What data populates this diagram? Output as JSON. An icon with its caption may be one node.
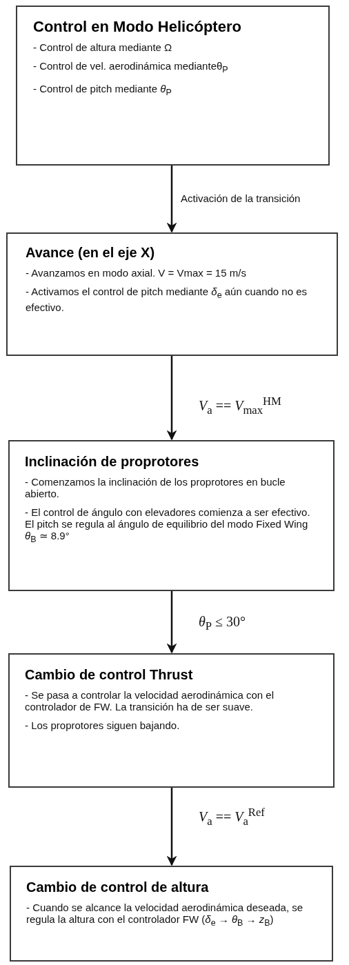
{
  "diagram": {
    "nodes": [
      {
        "text": [
          "Control en Modo Helicóptero",
          "- Control de altura mediante  Ω",
          "- Control de vel. aerodinámica medianteθ$_{P}$",
          "- Control de pitch mediante  *θ*$_{P}$"
        ]
      },
      {
        "text": [
          "Avance (en el eje X)",
          "- Avanzamos en modo axial. V = Vmax = 15 m/s",
          "- Activamos el control de pitch mediante  *δ*$_{e}$ aún cuando no es efectivo."
        ]
      },
      {
        "text": [
          "Inclinación de proprotores",
          "- Comenzamos la inclinación de los proprotores en bucle abierto.",
          "- El control de ángulo con elevadores comienza a ser efectivo. El pitch se regula al ángulo de equilibrio del modo Fixed Wing *θ*$_{B}$ ≃ 8.9°"
        ]
      },
      {
        "text": [
          "Cambio de control Thrust",
          "- Se pasa a controlar la velocidad aerodinámica con el controlador de FW. La transición ha de ser suave.",
          "- Los proprotores siguen bajando."
        ]
      },
      {
        "text": [
          "Cambio de control de altura",
          "- Cuando se alcance la velocidad aerodinámica deseada, se regula la altura con el controlador FW (*δ*$_{e}$ → *θ*$_{B}$ → *z*$_{B}$)"
        ]
      }
    ],
    "edges": [
      {
        "from": 0,
        "to": 1,
        "arrow": "to",
        "label": "Activación de la transición"
      },
      {
        "from": 1,
        "to": 2,
        "arrow": "to",
        "label": "*V*$_{a}$ == *V*$_{max}$$^{HM}$"
      },
      {
        "from": 2,
        "to": 3,
        "arrow": "to",
        "label": "*θ*$_{P}$ ≤ 30°"
      },
      {
        "from": 3,
        "to": 4,
        "arrow": "to",
        "label": "*V*$_{a}$ == *V*$_{a}$$^{Ref}$"
      }
    ]
  }
}
